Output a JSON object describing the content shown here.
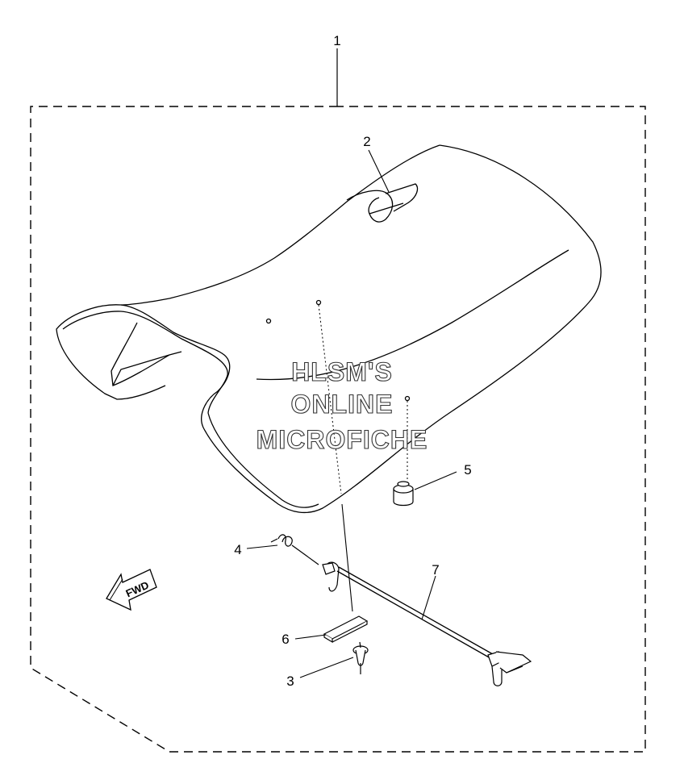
{
  "callouts": {
    "c1": "1",
    "c2": "2",
    "c3": "3",
    "c4": "4",
    "c5": "5",
    "c6": "6",
    "c7": "7"
  },
  "watermark": {
    "line1": "HLSM'S",
    "line2": "ONLINE",
    "line3": "MICROFICHE"
  },
  "direction_arrow": {
    "label": "FWD",
    "icon": "fwd-arrow-icon"
  },
  "colors": {
    "line": "#000000",
    "background": "#ffffff"
  }
}
